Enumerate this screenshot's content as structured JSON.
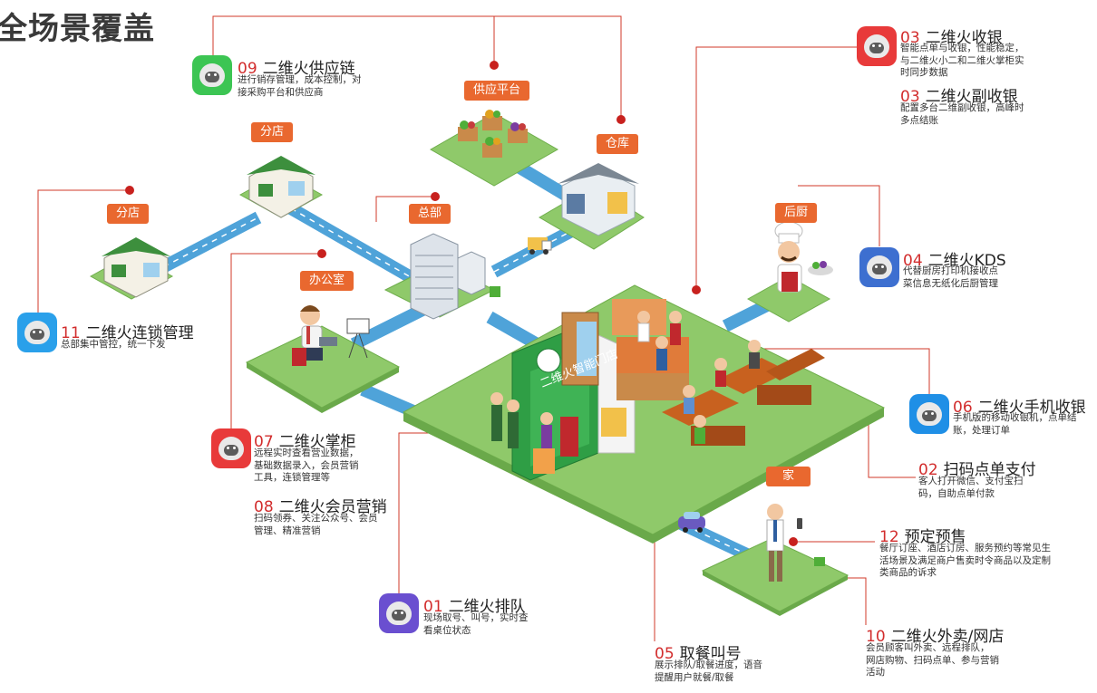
{
  "title": "全场景覆盖",
  "colors": {
    "accent_red": "#d22d2d",
    "tag_orange": "#e9682f",
    "grass": "#8fc96a",
    "road": "#4fa3d9",
    "line": "#d23a2a"
  },
  "tags": {
    "supply": "供应平台",
    "warehouse": "仓库",
    "branch_a": "分店",
    "branch_b": "分店",
    "hq": "总部",
    "office": "办公室",
    "kitchen": "后厨",
    "home": "家"
  },
  "store_sign": "二维火智能门店",
  "features": [
    {
      "key": "f09",
      "num": "09",
      "name": "二维火供应链",
      "desc": [
        "进行销存管理，成本控制，对",
        "接采购平台和供应商"
      ],
      "icon": "green-sheep-icon",
      "icon_color": "#3cc553"
    },
    {
      "key": "f03a",
      "num": "03",
      "name": "二维火收银",
      "desc": [
        "智能点单与收银，性能稳定，",
        "与二维火小二和二维火掌柜实",
        "时同步数据"
      ],
      "icon": "red-sheep-icon",
      "icon_color": "#e83a3a"
    },
    {
      "key": "f03b",
      "num": "03",
      "name": "二维火副收银",
      "desc": [
        "配置多台二维副收银，高峰时",
        "多点结账"
      ],
      "icon": "",
      "icon_color": ""
    },
    {
      "key": "f04",
      "num": "04",
      "name": "二维火KDS",
      "desc": [
        "代替厨房打印机接收点",
        "菜信息无纸化后厨管理"
      ],
      "icon": "kds-sheep-icon",
      "icon_color": "#3d6fd0"
    },
    {
      "key": "f11",
      "num": "11",
      "name": "二维火连锁管理",
      "desc": [
        "总部集中管控，统一下发"
      ],
      "icon": "blue-sheep-icon",
      "icon_color": "#2aa0ea"
    },
    {
      "key": "f06",
      "num": "06",
      "name": "二维火手机收银",
      "desc": [
        "手机版的移动收银机，点单结",
        "账，处理订单"
      ],
      "icon": "phone-sheep-icon",
      "icon_color": "#1f8fe6"
    },
    {
      "key": "f07",
      "num": "07",
      "name": "二维火掌柜",
      "desc": [
        "远程实时查看营业数据，",
        "基础数据录入，会员营销",
        "工具，连锁管理等"
      ],
      "icon": "manager-sheep-icon",
      "icon_color": "#e83a3a"
    },
    {
      "key": "f08",
      "num": "08",
      "name": "二维火会员营销",
      "desc": [
        "扫码领券、关注公众号、会员",
        "管理、精准营销"
      ],
      "icon": "",
      "icon_color": ""
    },
    {
      "key": "f02",
      "num": "02",
      "name": "扫码点单支付",
      "desc": [
        "客人打开微信、支付宝扫",
        "码，自助点单付款"
      ],
      "icon": "",
      "icon_color": ""
    },
    {
      "key": "f12",
      "num": "12",
      "name": "预定预售",
      "desc": [
        "餐厅订座、酒店订房、服务预约等常见生",
        "活场景及满足商户售卖时令商品以及定制",
        "类商品的诉求"
      ],
      "icon": "",
      "icon_color": ""
    },
    {
      "key": "f01",
      "num": "01",
      "name": "二维火排队",
      "desc": [
        "现场取号、叫号，实时查",
        "看桌位状态"
      ],
      "icon": "purple-sheep-icon",
      "icon_color": "#6a4fd0"
    },
    {
      "key": "f05",
      "num": "05",
      "name": "取餐叫号",
      "desc": [
        "展示排队/取餐进度，语音",
        "提醒用户就餐/取餐"
      ],
      "icon": "",
      "icon_color": ""
    },
    {
      "key": "f10",
      "num": "10",
      "name": "二维火外卖/网店",
      "desc": [
        "会员顾客叫外卖、远程排队，",
        "网店购物、扫码点单、参与营销",
        "活动"
      ],
      "icon": "",
      "icon_color": ""
    }
  ]
}
